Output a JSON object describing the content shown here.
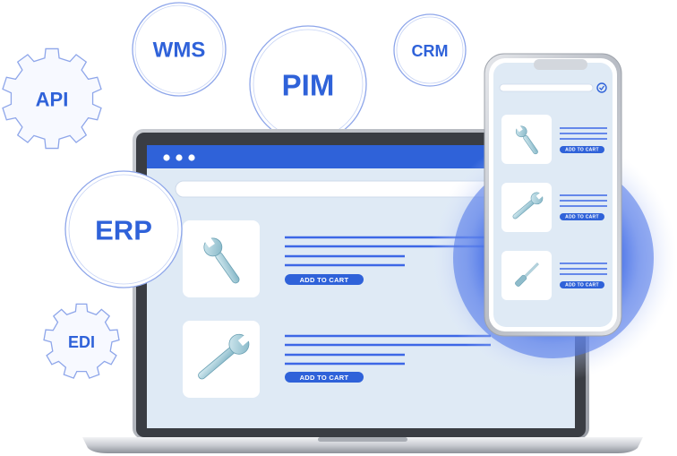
{
  "bubbles": {
    "api": "API",
    "wms": "WMS",
    "pim": "PIM",
    "crm": "CRM",
    "erp": "ERP",
    "edi": "EDI"
  },
  "laptop": {
    "products": [
      {
        "icon": "wrench-icon",
        "button": "ADD TO CART"
      },
      {
        "icon": "adjustable-wrench-icon",
        "button": "ADD TO CART"
      }
    ]
  },
  "phone": {
    "products": [
      {
        "icon": "wrench-icon",
        "button": "ADD TO CART"
      },
      {
        "icon": "adjustable-wrench-icon",
        "button": "ADD TO CART"
      },
      {
        "icon": "screwdriver-icon",
        "button": "ADD TO CART"
      }
    ]
  },
  "colors": {
    "brand": "#2f62d9",
    "screen": "#dfeaf5",
    "glow": "#4a73e8"
  }
}
